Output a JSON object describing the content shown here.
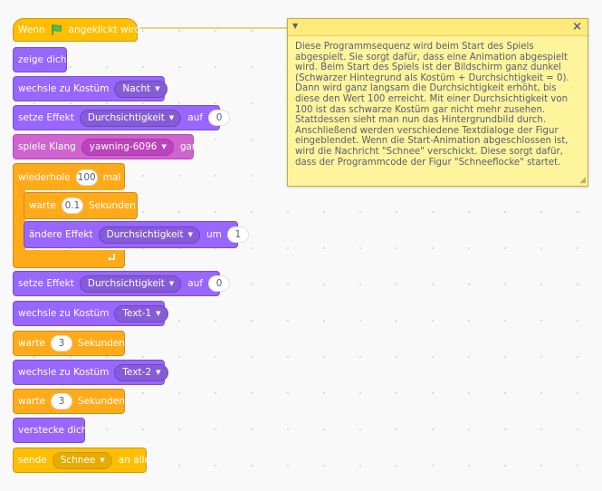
{
  "script": {
    "hat": {
      "before": "Wenn",
      "after": "angeklickt wird",
      "icon": "green-flag-icon"
    },
    "show": "zeige dich",
    "costume1": {
      "label": "wechsle zu Kostüm",
      "value": "Nacht"
    },
    "seteffect1": {
      "label": "setze Effekt",
      "effect": "Durchsichtigkeit",
      "to": "auf",
      "value": "0"
    },
    "playsound": {
      "label": "spiele Klang",
      "sound": "yawning-6096",
      "until": "ganz"
    },
    "repeat": {
      "label": "wiederhole",
      "count": "100",
      "times": "mal"
    },
    "wait1": {
      "label": "warte",
      "value": "0.1",
      "unit": "Sekunden"
    },
    "changeeffect": {
      "label": "ändere Effekt",
      "effect": "Durchsichtigkeit",
      "by": "um",
      "value": "1"
    },
    "seteffect2": {
      "label": "setze Effekt",
      "effect": "Durchsichtigkeit",
      "to": "auf",
      "value": "0"
    },
    "costume2": {
      "label": "wechsle zu Kostüm",
      "value": "Text-1"
    },
    "wait2": {
      "label": "warte",
      "value": "3",
      "unit": "Sekunden"
    },
    "costume3": {
      "label": "wechsle zu Kostüm",
      "value": "Text-2"
    },
    "wait3": {
      "label": "warte",
      "value": "3",
      "unit": "Sekunden"
    },
    "hide": "verstecke dich",
    "broadcast": {
      "label": "sende",
      "message": "Schnee",
      "to": "an alle"
    }
  },
  "comment": {
    "text": "Diese Programmsequenz wird beim Start des Spiels abgespielt. Sie sorgt dafür, dass eine Animation abgespielt wird. Beim Start des Spiels ist der Bildschirm ganz dunkel (Schwarzer Hintegrund als Kostüm + Durchsichtigkeit = 0). Dann wird ganz langsam die Durchsichtigkeit erhöht, bis diese den Wert 100 erreicht. Mit einer Durchsichtigkeit von 100 ist das schwarze Kostüm gar nicht mehr zusehen. Stattdessen sieht man nun das Hintergrundbild durch. Anschließend werden verschiedene Textdialoge der Figur eingeblendet. Wenn die Start-Animation abgeschlossen ist, wird die Nachricht \"Schnee\" verschickt. Diese sorgt dafür, dass der Programmcode der Figur \"Schneeflocke\" startet.",
    "close": "×"
  },
  "colors": {
    "events": "#ffbf00",
    "looks": "#9966ff",
    "sound": "#cf63cf",
    "control": "#ffab19",
    "comment": "#fef49c"
  }
}
